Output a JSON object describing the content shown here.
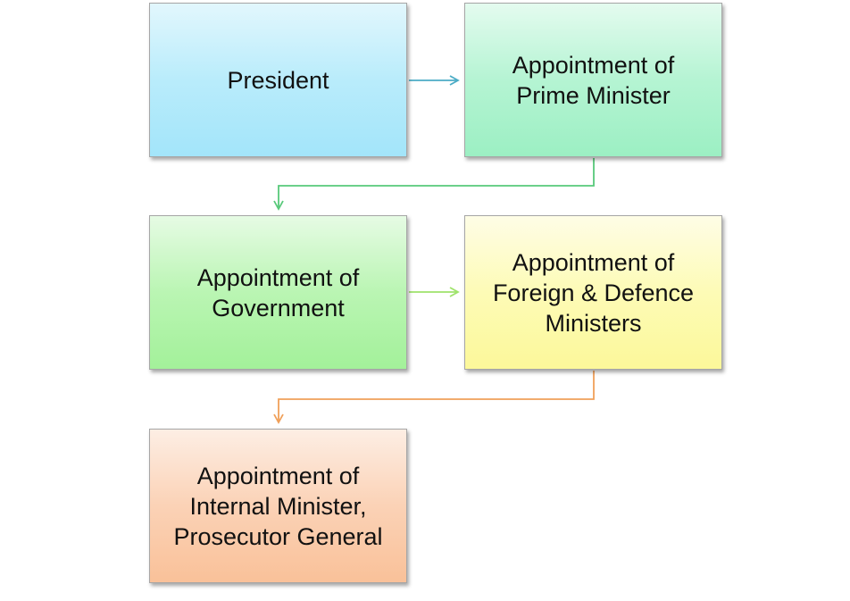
{
  "diagram": {
    "nodes": [
      {
        "id": "president",
        "label": "President"
      },
      {
        "id": "pm",
        "label": "Appointment of\nPrime Minister"
      },
      {
        "id": "gov",
        "label": "Appointment of\nGovernment"
      },
      {
        "id": "foreign",
        "label": "Appointment of\nForeign & Defence\nMinisters"
      },
      {
        "id": "internal",
        "label": "Appointment of\nInternal Minister,\nProsecutor General"
      }
    ],
    "edges": [
      {
        "from": "president",
        "to": "pm",
        "color": "#4bacc6"
      },
      {
        "from": "pm",
        "to": "gov",
        "color": "#58c97a"
      },
      {
        "from": "gov",
        "to": "foreign",
        "color": "#9fe36b"
      },
      {
        "from": "foreign",
        "to": "internal",
        "color": "#f0a05a"
      }
    ]
  }
}
